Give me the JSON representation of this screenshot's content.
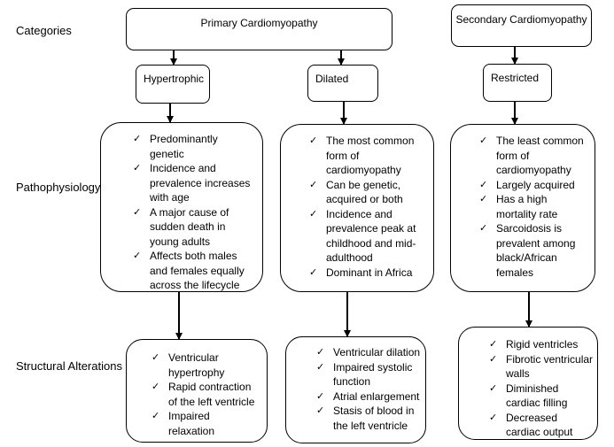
{
  "row_labels": {
    "categories": "Categories",
    "pathophysiology": "Pathophysiology",
    "structural_alterations": "Structural Alterations"
  },
  "nodes": {
    "primary": {
      "label": "Primary Cardiomyopathy"
    },
    "secondary": {
      "label": "Secondary Cardiomyopathy"
    },
    "hypertrophic": {
      "label": "Hypertrophic"
    },
    "dilated": {
      "label": "Dilated"
    },
    "restricted": {
      "label": "Restricted"
    }
  },
  "check_icon": "✓",
  "pathophysiology": {
    "hypertrophic": [
      "Predominantly genetic",
      "Incidence and prevalence increases with age",
      "A major cause of sudden death in young adults",
      "Affects both males and females equally across the lifecycle"
    ],
    "dilated": [
      "The most common form of cardiomyopathy",
      "Can be genetic, acquired or both",
      "Incidence and prevalence peak at childhood and mid-adulthood",
      "Dominant in Africa"
    ],
    "restricted": [
      "The least common form of cardiomyopathy",
      "Largely acquired",
      "Has a high mortality rate",
      "Sarcoidosis is prevalent among black/African females"
    ]
  },
  "structural_alterations": {
    "hypertrophic": [
      "Ventricular hypertrophy",
      "Rapid contraction of the left ventricle",
      "Impaired relaxation"
    ],
    "dilated": [
      "Ventricular dilation",
      "Impaired systolic function",
      "Atrial enlargement",
      "Stasis of blood in the left ventricle"
    ],
    "restricted": [
      "Rigid ventricles",
      "Fibrotic ventricular walls",
      "Diminished cardiac filling",
      "Decreased cardiac output"
    ]
  },
  "colors": {
    "border": "#000000",
    "background": "#ffffff",
    "text": "#000000"
  }
}
